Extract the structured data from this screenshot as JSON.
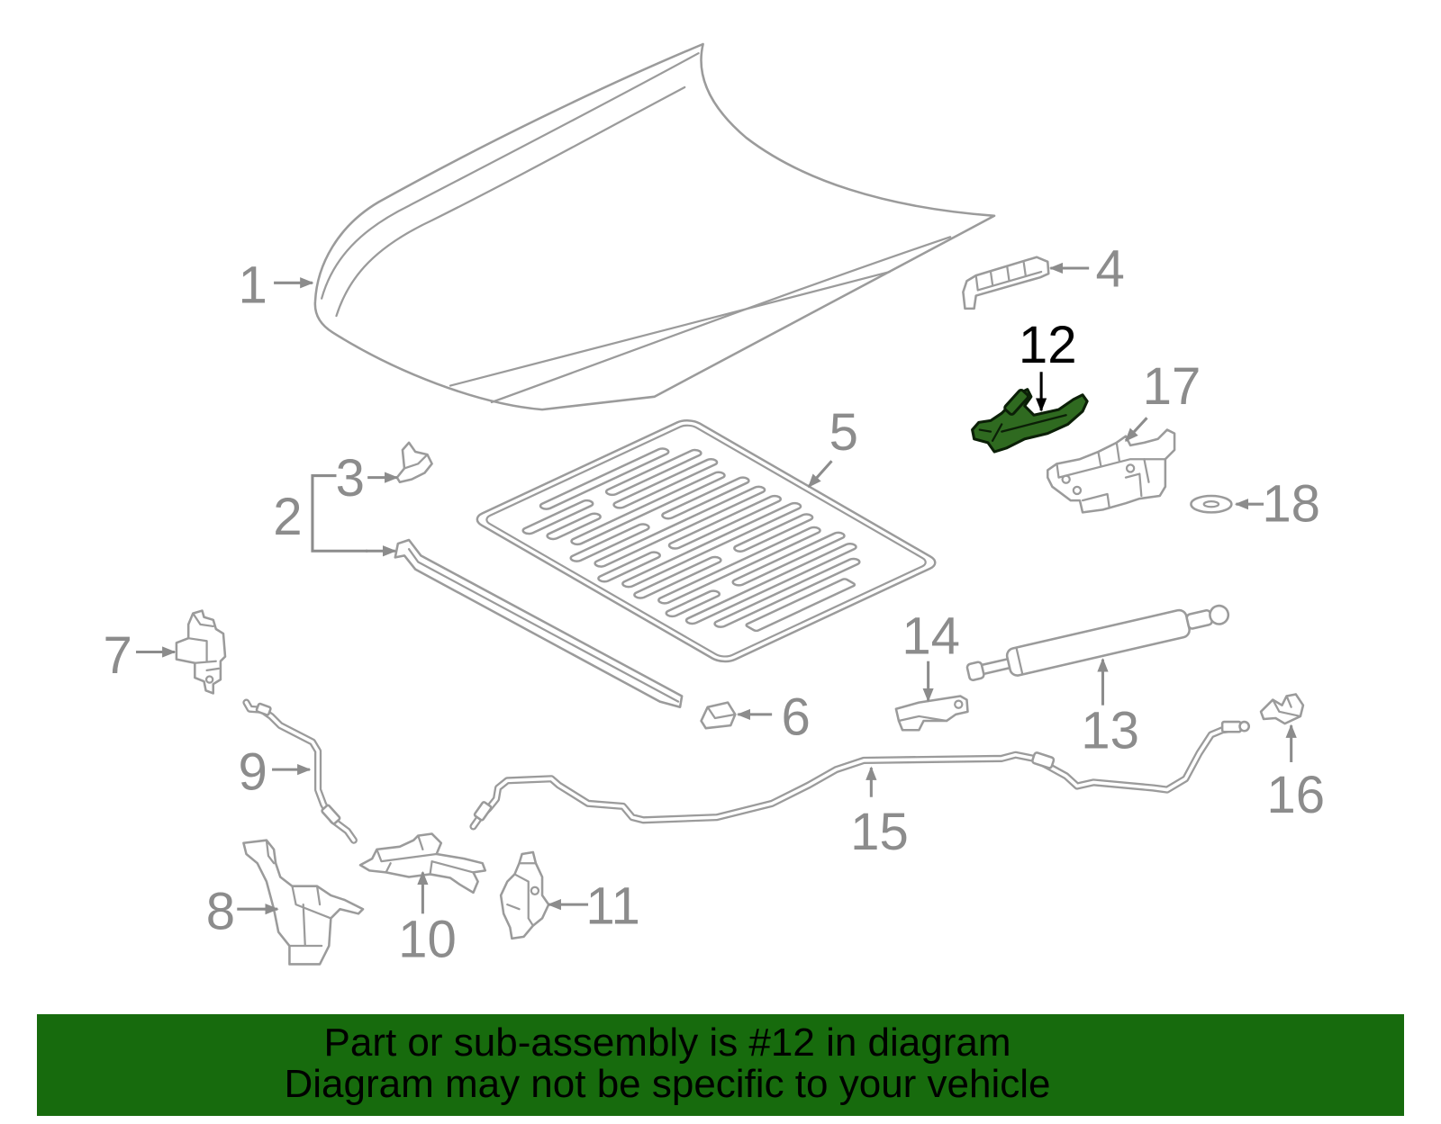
{
  "diagram": {
    "callouts": [
      "1",
      "2",
      "3",
      "4",
      "5",
      "6",
      "7",
      "8",
      "9",
      "10",
      "11",
      "12",
      "13",
      "14",
      "15",
      "16",
      "17",
      "18"
    ]
  },
  "banner": {
    "line1": "Part or sub-assembly is #12 in diagram",
    "line2": "Diagram may not be specific to your vehicle"
  },
  "colors": {
    "banner_background": "#176b0d",
    "banner_text": "#000000",
    "highlight_fill": "#2f6a20",
    "highlight_outline": "#0b1f07",
    "highlight_label": "#000000",
    "callout_label": "#8c8c8c",
    "part_outline": "#9b9b9b"
  }
}
